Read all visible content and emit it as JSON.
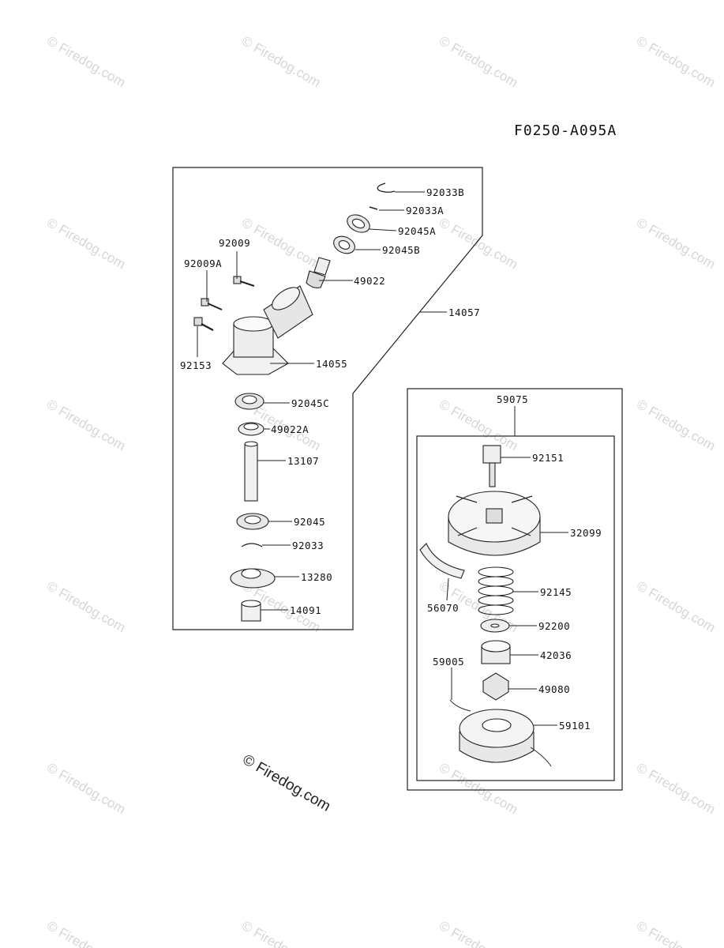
{
  "diagram_code": "F0250-A095A",
  "watermark_text": "© Firedog.com",
  "groups": {
    "gear_case_assembly": "14057",
    "cutter_head_assembly": "59075"
  },
  "parts": [
    {
      "id": "p-92033B",
      "number": "92033B"
    },
    {
      "id": "p-92033A",
      "number": "92033A"
    },
    {
      "id": "p-92045A",
      "number": "92045A"
    },
    {
      "id": "p-92045B",
      "number": "92045B"
    },
    {
      "id": "p-92009",
      "number": "92009"
    },
    {
      "id": "p-92009A",
      "number": "92009A"
    },
    {
      "id": "p-49022",
      "number": "49022"
    },
    {
      "id": "p-14057",
      "number": "14057"
    },
    {
      "id": "p-92153",
      "number": "92153"
    },
    {
      "id": "p-14055",
      "number": "14055"
    },
    {
      "id": "p-92045C",
      "number": "92045C"
    },
    {
      "id": "p-49022A",
      "number": "49022A"
    },
    {
      "id": "p-13107",
      "number": "13107"
    },
    {
      "id": "p-92045",
      "number": "92045"
    },
    {
      "id": "p-92033",
      "number": "92033"
    },
    {
      "id": "p-13280",
      "number": "13280"
    },
    {
      "id": "p-14091",
      "number": "14091"
    },
    {
      "id": "p-59075",
      "number": "59075"
    },
    {
      "id": "p-92151",
      "number": "92151"
    },
    {
      "id": "p-32099",
      "number": "32099"
    },
    {
      "id": "p-56070",
      "number": "56070"
    },
    {
      "id": "p-92145",
      "number": "92145"
    },
    {
      "id": "p-92200",
      "number": "92200"
    },
    {
      "id": "p-42036",
      "number": "42036"
    },
    {
      "id": "p-59005",
      "number": "59005"
    },
    {
      "id": "p-49080",
      "number": "49080"
    },
    {
      "id": "p-59101",
      "number": "59101"
    }
  ]
}
